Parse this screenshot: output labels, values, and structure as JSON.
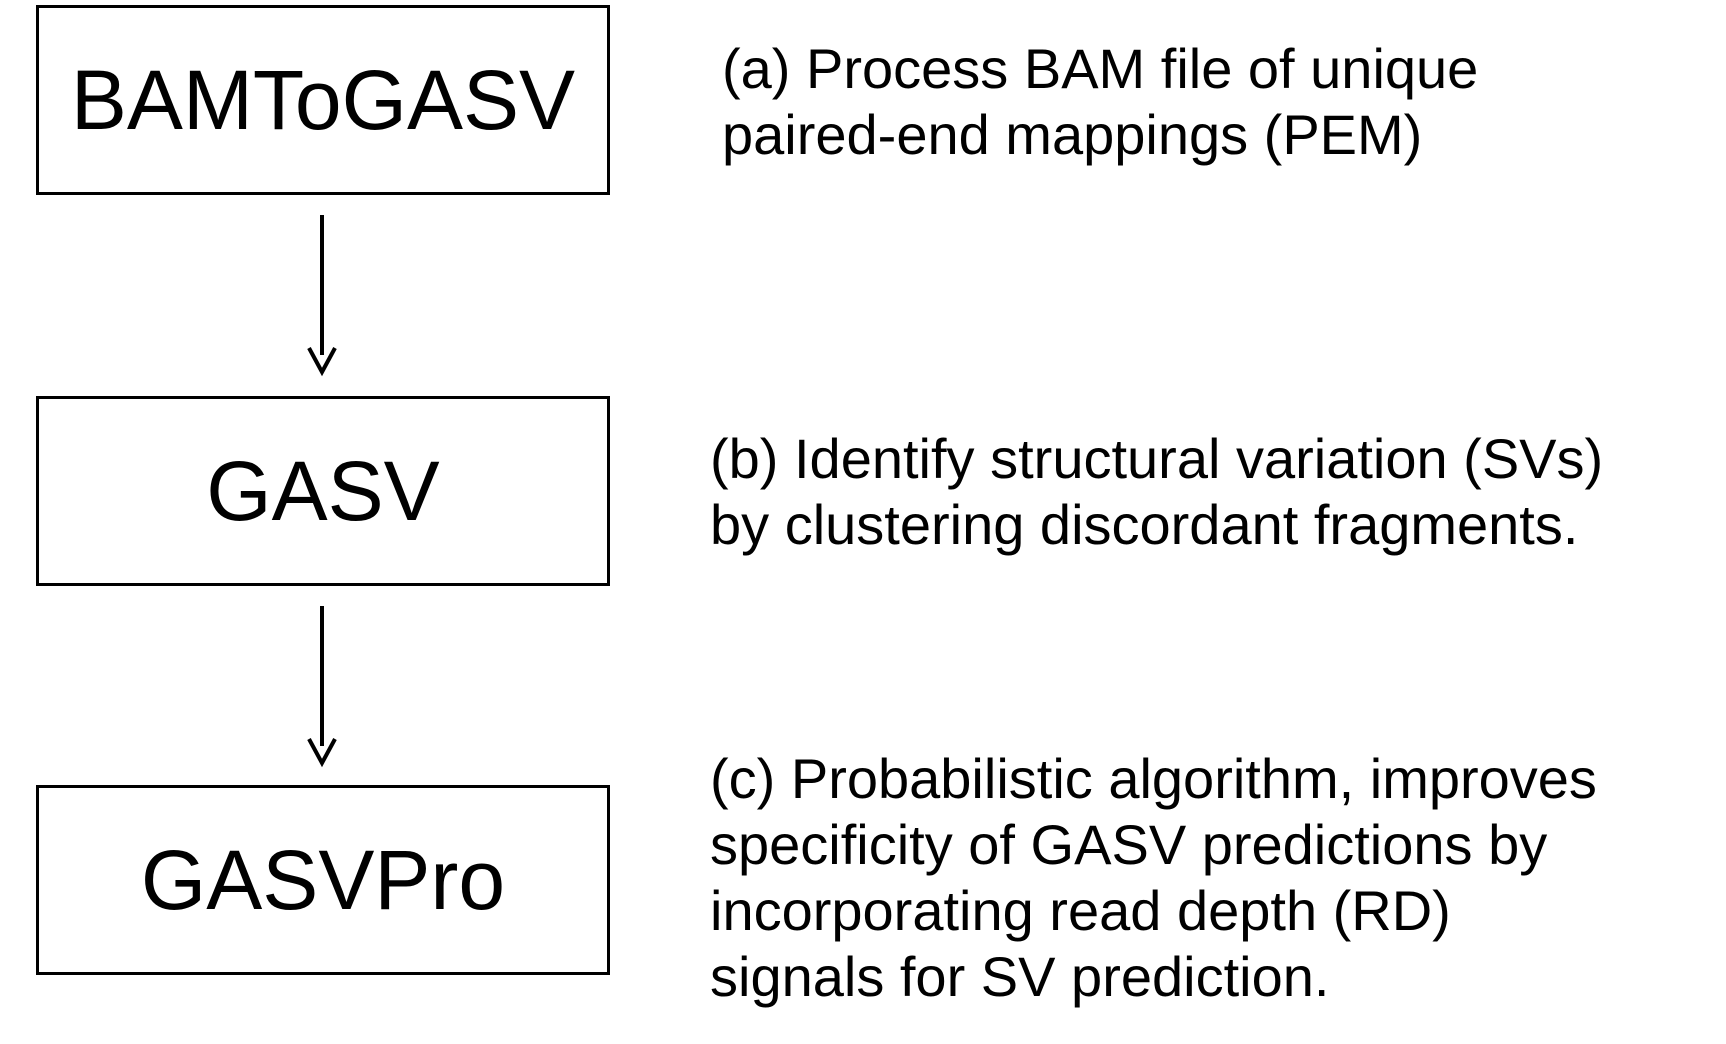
{
  "steps": [
    {
      "label": "BAMToGASV",
      "description": [
        "(a) Process BAM file of unique",
        "paired-end mappings (PEM)"
      ]
    },
    {
      "label": "GASV",
      "description": [
        "(b) Identify structural variation (SVs)",
        "by clustering discordant fragments."
      ]
    },
    {
      "label": "GASVPro",
      "description": [
        "(c) Probabilistic algorithm, improves",
        "specificity of GASV predictions by",
        "incorporating read depth (RD)",
        "signals for SV prediction."
      ]
    }
  ]
}
